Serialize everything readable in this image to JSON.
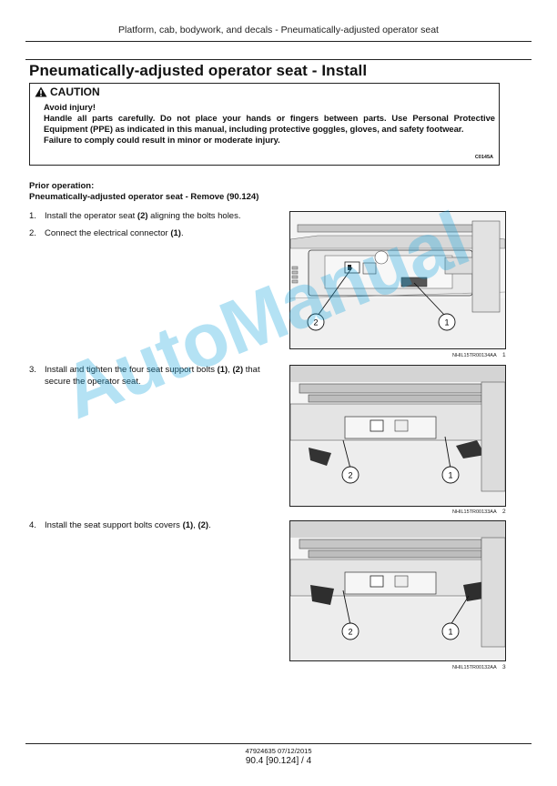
{
  "header": {
    "running_title": "Platform, cab, bodywork, and decals - Pneumatically-adjusted operator seat"
  },
  "title": "Pneumatically-adjusted operator seat - Install",
  "caution": {
    "heading": "CAUTION",
    "line1": "Avoid injury!",
    "line2": "Handle all parts carefully. Do not place your hands or fingers between parts. Use Personal Protective Equipment (PPE) as indicated in this manual, including protective goggles, gloves, and safety footwear.",
    "line3": "Failure to comply could result in minor or moderate injury.",
    "code": "C0145A"
  },
  "prior": {
    "label": "Prior operation:",
    "item": "Pneumatically-adjusted operator seat - Remove (90.124)"
  },
  "steps": [
    {
      "num": "1.",
      "pre": "Install the operator seat ",
      "b1": "(2)",
      "mid": " aligning the bolts holes.",
      "b2": "",
      "post": ""
    },
    {
      "num": "2.",
      "pre": "Connect the electrical connector ",
      "b1": "(1)",
      "mid": ".",
      "b2": "",
      "post": ""
    },
    {
      "num": "3.",
      "pre": "Install and tighten the four seat support bolts ",
      "b1": "(1)",
      "mid": ", ",
      "b2": "(2)",
      "post": " that secure the operator seat."
    },
    {
      "num": "4.",
      "pre": "Install the seat support bolts covers ",
      "b1": "(1)",
      "mid": ", ",
      "b2": "(2)",
      "post": "."
    }
  ],
  "figures": [
    {
      "code": "NHIL15TR00134AA",
      "num": "1",
      "callouts": [
        "2",
        "1"
      ]
    },
    {
      "code": "NHIL15TR00133AA",
      "num": "2",
      "callouts": [
        "2",
        "1"
      ]
    },
    {
      "code": "NHIL15TR00132AA",
      "num": "3",
      "callouts": [
        "2",
        "1"
      ]
    }
  ],
  "watermark": "AutoManual",
  "footer": {
    "doc_date": "47924635 07/12/2015",
    "page": "90.4 [90.124] / 4"
  }
}
